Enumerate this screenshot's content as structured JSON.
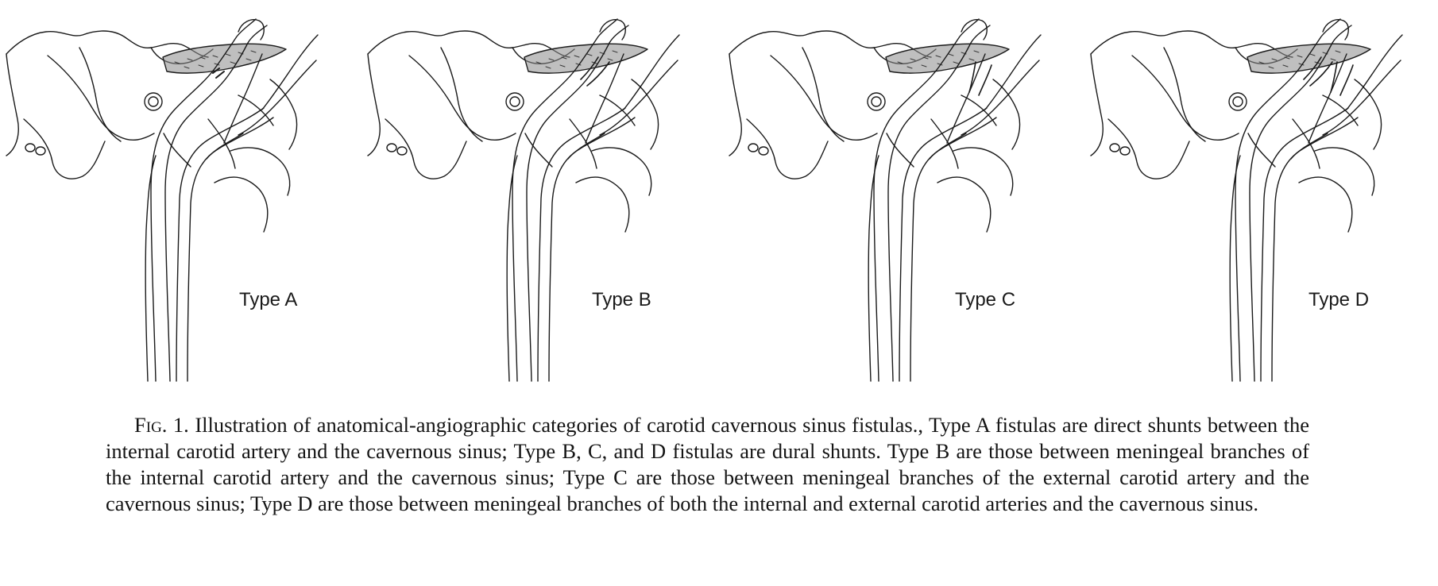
{
  "figure": {
    "panels": [
      {
        "label": "Type A",
        "variant": "A"
      },
      {
        "label": "Type B",
        "variant": "B"
      },
      {
        "label": "Type C",
        "variant": "C"
      },
      {
        "label": "Type D",
        "variant": "D"
      }
    ]
  },
  "caption": {
    "fig_label": "Fig. 1.",
    "text": "Illustration of anatomical-angiographic categories of carotid cavernous sinus fistulas., Type A fistulas are direct shunts between the internal carotid artery and the cavernous sinus; Type B, C, and D fistulas are dural shunts. Type B are those between meningeal branches of the internal carotid artery and the cavernous sinus; Type C are those between meningeal branches of the external carotid artery and the cavernous sinus; Type D are those between meningeal branches of both the internal and external carotid arteries and the cavernous sinus."
  },
  "colors": {
    "ink": "#1a1a1a",
    "stipple": "#6e6e6e"
  }
}
